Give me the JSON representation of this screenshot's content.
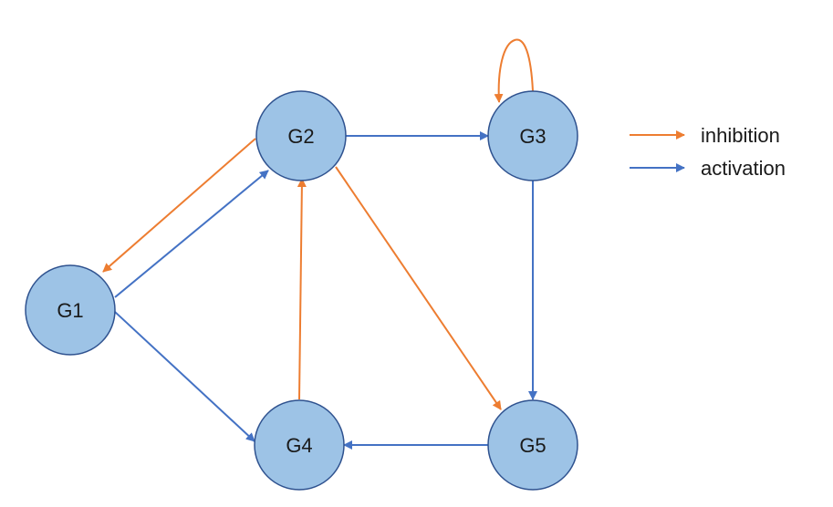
{
  "colors": {
    "inhibition": "#ED7D31",
    "activation": "#4472C4",
    "node_fill": "#9DC3E6",
    "node_stroke": "#2F528F"
  },
  "nodes": {
    "g1": {
      "label": "G1"
    },
    "g2": {
      "label": "G2"
    },
    "g3": {
      "label": "G3"
    },
    "g4": {
      "label": "G4"
    },
    "g5": {
      "label": "G5"
    }
  },
  "edges": [
    {
      "from": "G2",
      "to": "G1",
      "type": "inhibition"
    },
    {
      "from": "G1",
      "to": "G2",
      "type": "activation"
    },
    {
      "from": "G1",
      "to": "G4",
      "type": "activation"
    },
    {
      "from": "G4",
      "to": "G2",
      "type": "inhibition"
    },
    {
      "from": "G2",
      "to": "G3",
      "type": "activation"
    },
    {
      "from": "G2",
      "to": "G5",
      "type": "inhibition"
    },
    {
      "from": "G3",
      "to": "G5",
      "type": "activation"
    },
    {
      "from": "G5",
      "to": "G4",
      "type": "activation"
    },
    {
      "from": "G3",
      "to": "G3",
      "type": "inhibition"
    }
  ],
  "legend": {
    "inhibition_label": "inhibition",
    "activation_label": "activation"
  }
}
